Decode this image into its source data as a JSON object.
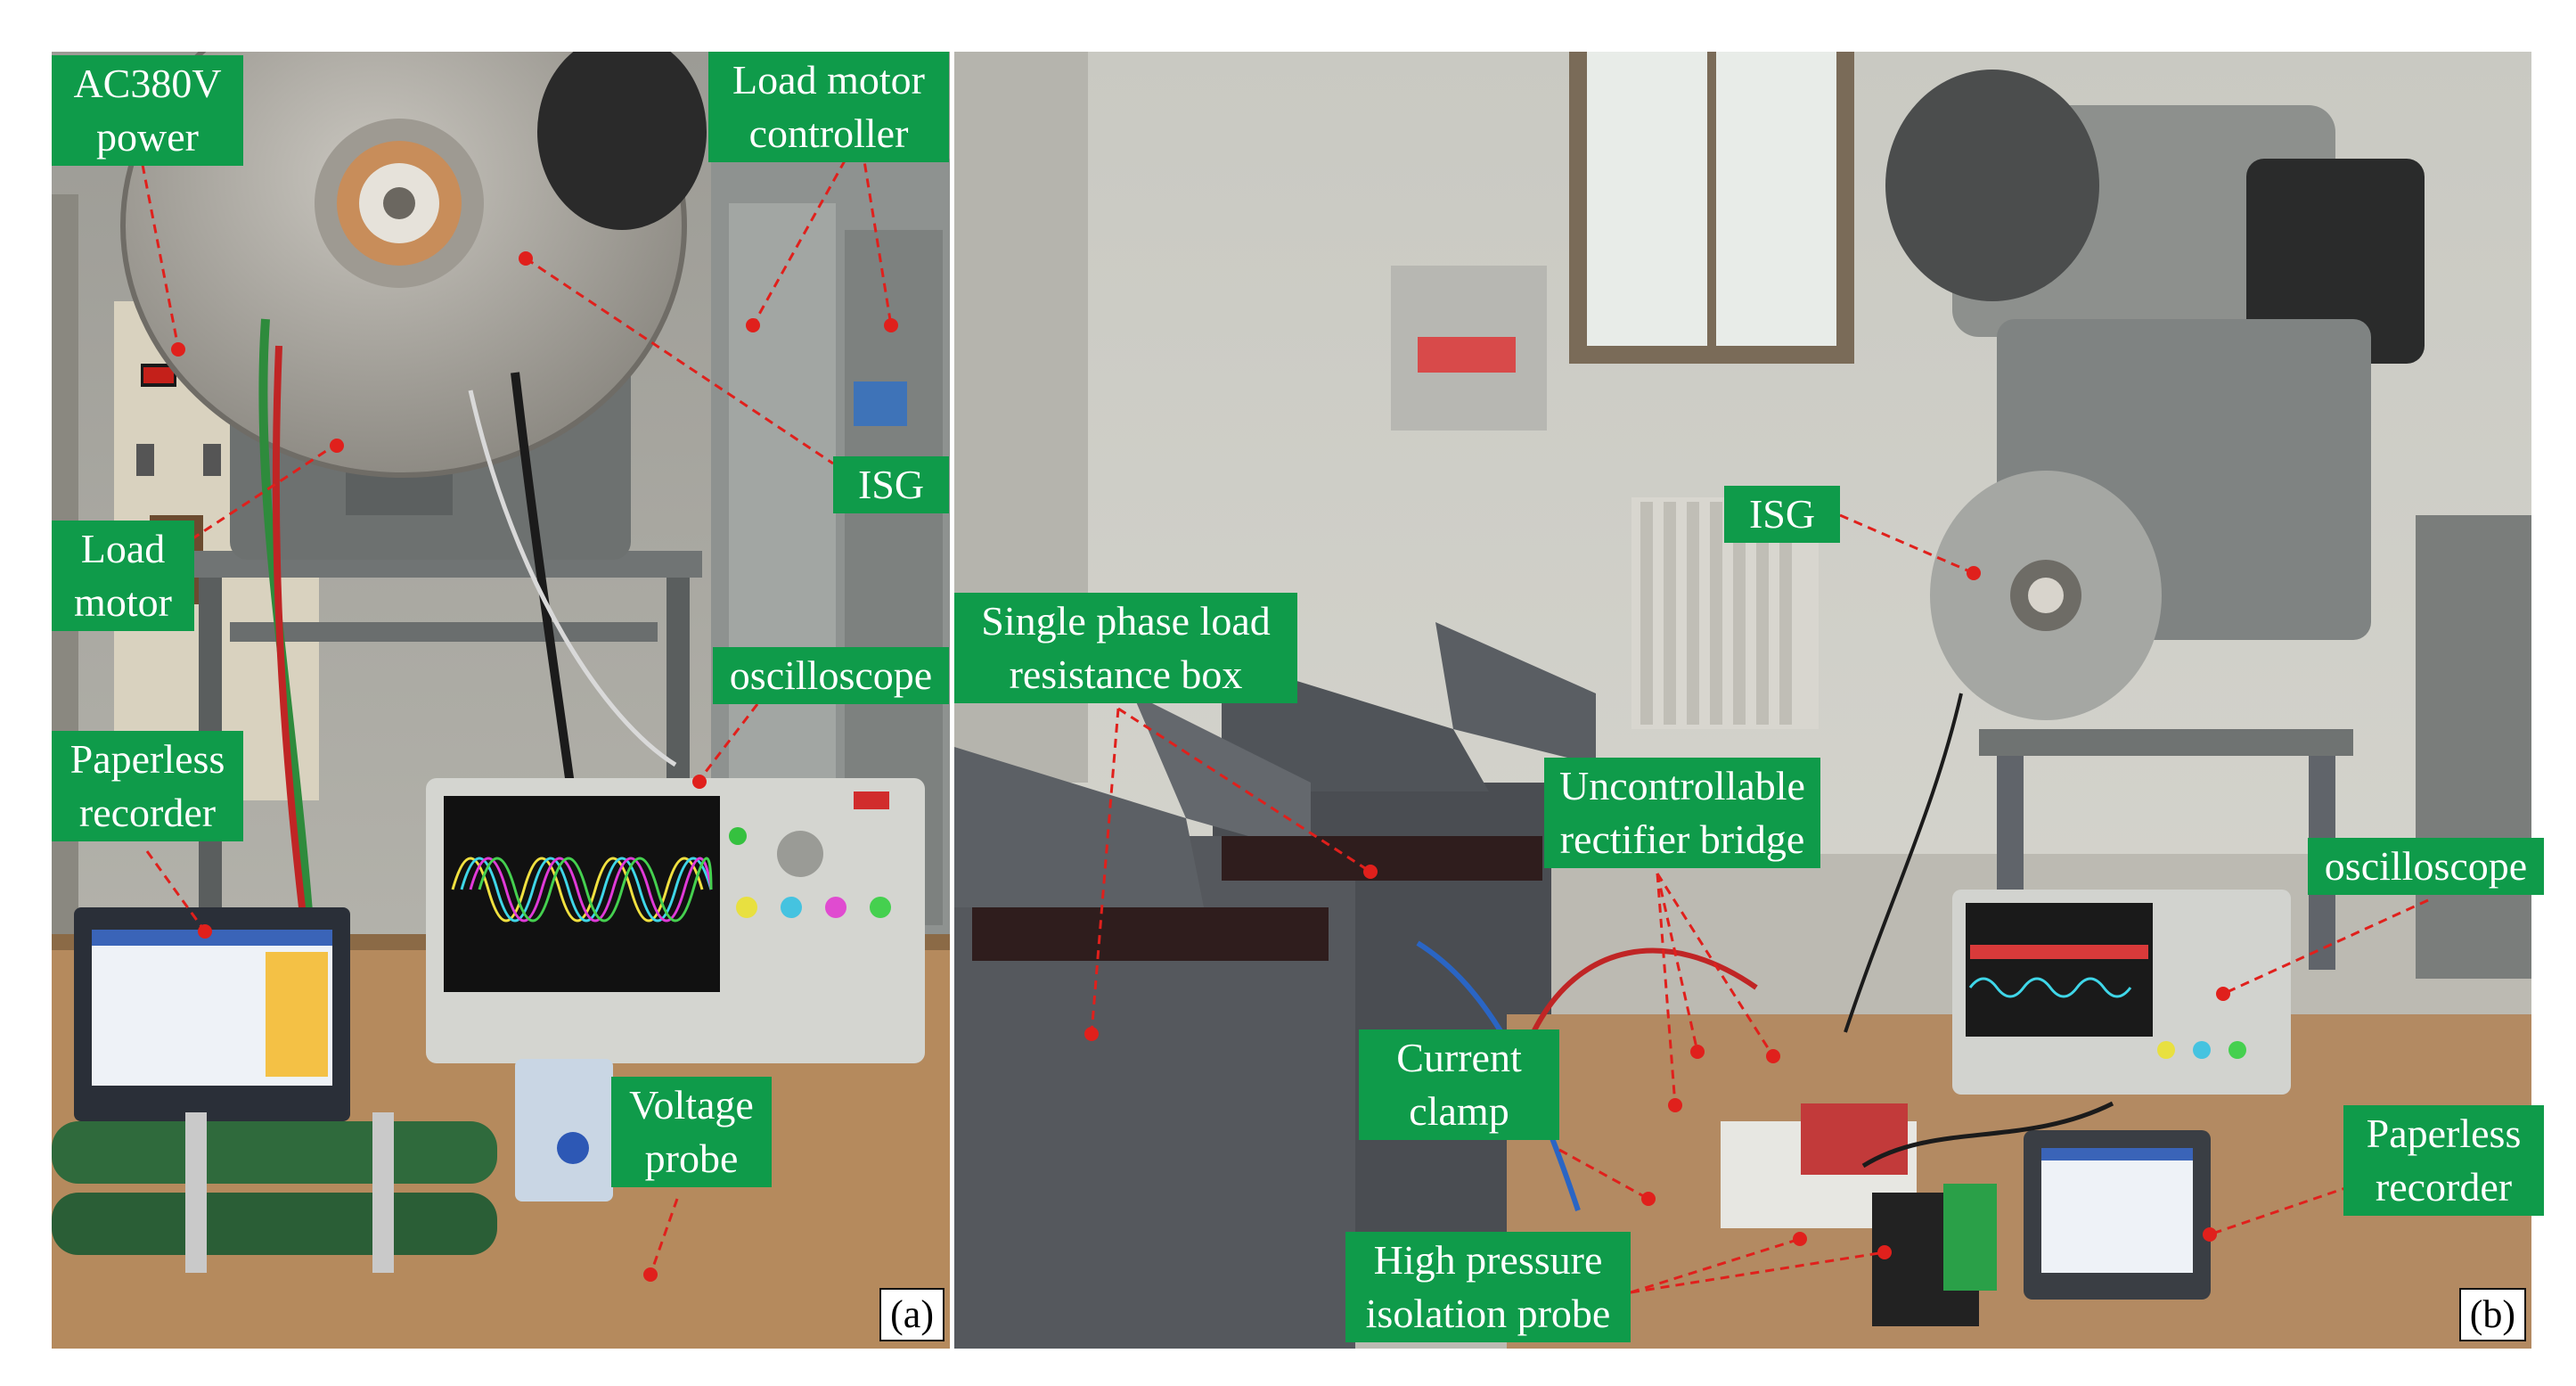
{
  "panel_a": {
    "labels": {
      "ac_power_line1": "AC380V",
      "ac_power_line2": "power",
      "load_motor_controller_line1": "Load motor",
      "load_motor_controller_line2": "controller",
      "isg": "ISG",
      "load_motor_line1": "Load",
      "load_motor_line2": "motor",
      "oscilloscope": "oscilloscope",
      "paperless_recorder_line1": "Paperless",
      "paperless_recorder_line2": "recorder",
      "voltage_probe_line1": "Voltage",
      "voltage_probe_line2": "probe"
    },
    "tag": "(a)"
  },
  "panel_b": {
    "labels": {
      "single_phase_line1": "Single phase load",
      "single_phase_line2": "resistance box",
      "isg": "ISG",
      "rectifier_line1": "Uncontrollable",
      "rectifier_line2": "rectifier bridge",
      "oscilloscope": "oscilloscope",
      "current_clamp_line1": "Current",
      "current_clamp_line2": "clamp",
      "hv_probe_line1": "High pressure",
      "hv_probe_line2": "isolation probe",
      "paperless_recorder_line1": "Paperless",
      "paperless_recorder_line2": "recorder"
    },
    "tag": "(b)"
  },
  "colors": {
    "label_bg": "#0f9b4a",
    "label_text": "#ffffff",
    "leader_line": "#e0201c"
  }
}
